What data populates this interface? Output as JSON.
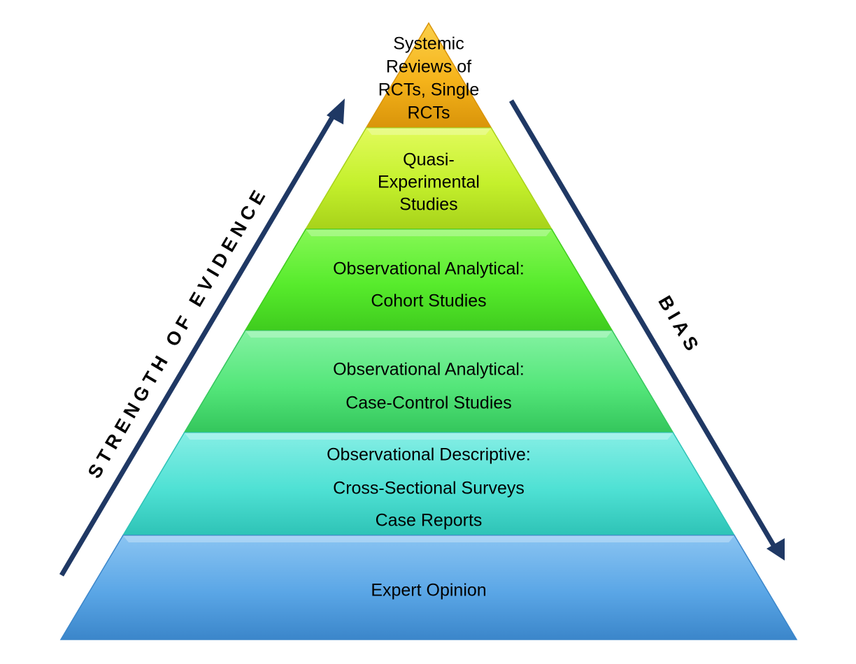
{
  "tiers": [
    {
      "lines": [
        "Systemic",
        "Reviews of",
        "RCTs, Single",
        "RCTs"
      ],
      "color": "#F5B31A",
      "color_light": "#FBD04A",
      "color_dark": "#D9940A"
    },
    {
      "lines": [
        "Quasi-",
        "Experimental",
        "Studies"
      ],
      "color": "#C4F02C",
      "color_light": "#E2FB5C",
      "color_dark": "#A7D21A"
    },
    {
      "lines": [
        "Observational Analytical:",
        "Cohort Studies"
      ],
      "color": "#57EB2C",
      "color_light": "#86F856",
      "color_dark": "#3FCC1E"
    },
    {
      "lines": [
        "Observational Analytical:",
        "Case-Control Studies"
      ],
      "color": "#54E67A",
      "color_light": "#84F2A2",
      "color_dark": "#34C65C"
    },
    {
      "lines": [
        "Observational Descriptive:",
        "Cross-Sectional Surveys",
        "Case Reports"
      ],
      "color": "#4FE1D4",
      "color_light": "#86EEE5",
      "color_dark": "#2EC3B6"
    },
    {
      "lines": [
        "Expert Opinion"
      ],
      "color": "#5AA6E6",
      "color_light": "#8AC4F2",
      "color_dark": "#3B86CA"
    }
  ],
  "arrows": {
    "left_label": "STRENGTH OF EVIDENCE",
    "right_label": "BIAS",
    "color": "#1F3864"
  }
}
